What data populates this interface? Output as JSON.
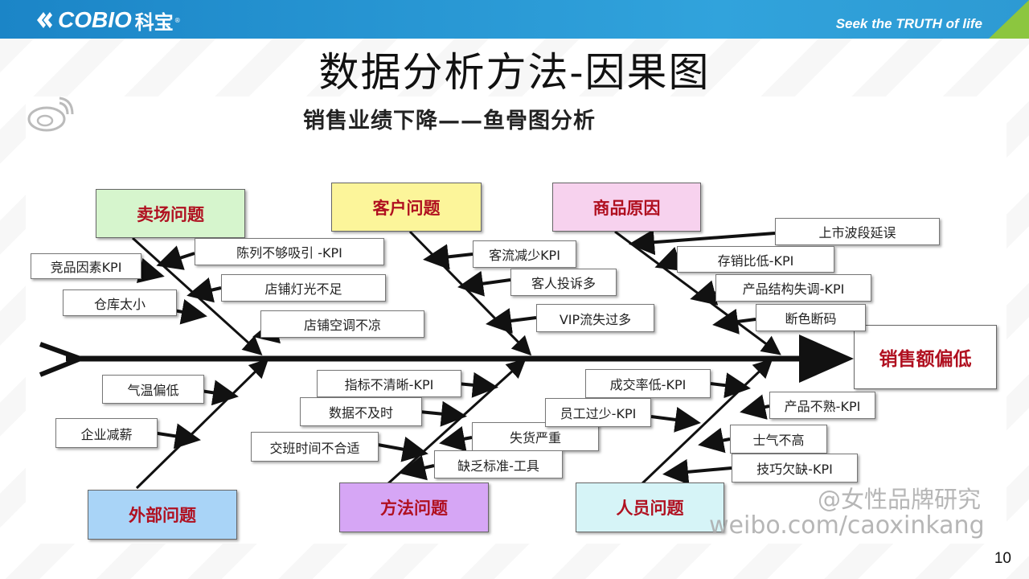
{
  "header": {
    "brand_text": "COBIO",
    "brand_cn": "科宝",
    "slogan": "Seek the TRUTH of life",
    "colors": {
      "bar": "#1b85c7",
      "accent": "#8cc63f"
    }
  },
  "slide": {
    "title": "数据分析方法-因果图",
    "page_number": "10"
  },
  "diagram": {
    "title": "销售业绩下降——鱼骨图分析",
    "effect": "销售额偏低",
    "categories": {
      "store": {
        "label": "卖场问题",
        "color": "#d6f5cd"
      },
      "customer": {
        "label": "客户问题",
        "color": "#fcf59a"
      },
      "product": {
        "label": "商品原因",
        "color": "#f7d2ee"
      },
      "external": {
        "label": "外部问题",
        "color": "#a9d4f7"
      },
      "method": {
        "label": "方法问题",
        "color": "#d6a6f5"
      },
      "people": {
        "label": "人员问题",
        "color": "#d6f4f7"
      }
    },
    "causes": {
      "store": [
        "陈列不够吸引 -KPI",
        "竞品因素KPI",
        "店铺灯光不足",
        "仓库太小",
        "店铺空调不凉"
      ],
      "customer": [
        "客流减少KPI",
        "客人投诉多",
        "VIP流失过多"
      ],
      "product": [
        "上市波段延误",
        "存销比低-KPI",
        "产品结构失调-KPI",
        "断色断码"
      ],
      "external": [
        "气温偏低",
        "企业减薪"
      ],
      "method": [
        "指标不清晰-KPI",
        "数据不及时",
        "失货严重",
        "交班时间不合适",
        "缺乏标准-工具"
      ],
      "people": [
        "成交率低-KPI",
        "产品不熟-KPI",
        "员工过少-KPI",
        "士气不高",
        "技巧欠缺-KPI"
      ]
    },
    "watermark": {
      "handle": "@女性品牌研究",
      "url": "weibo.com/caoxinkang"
    }
  }
}
